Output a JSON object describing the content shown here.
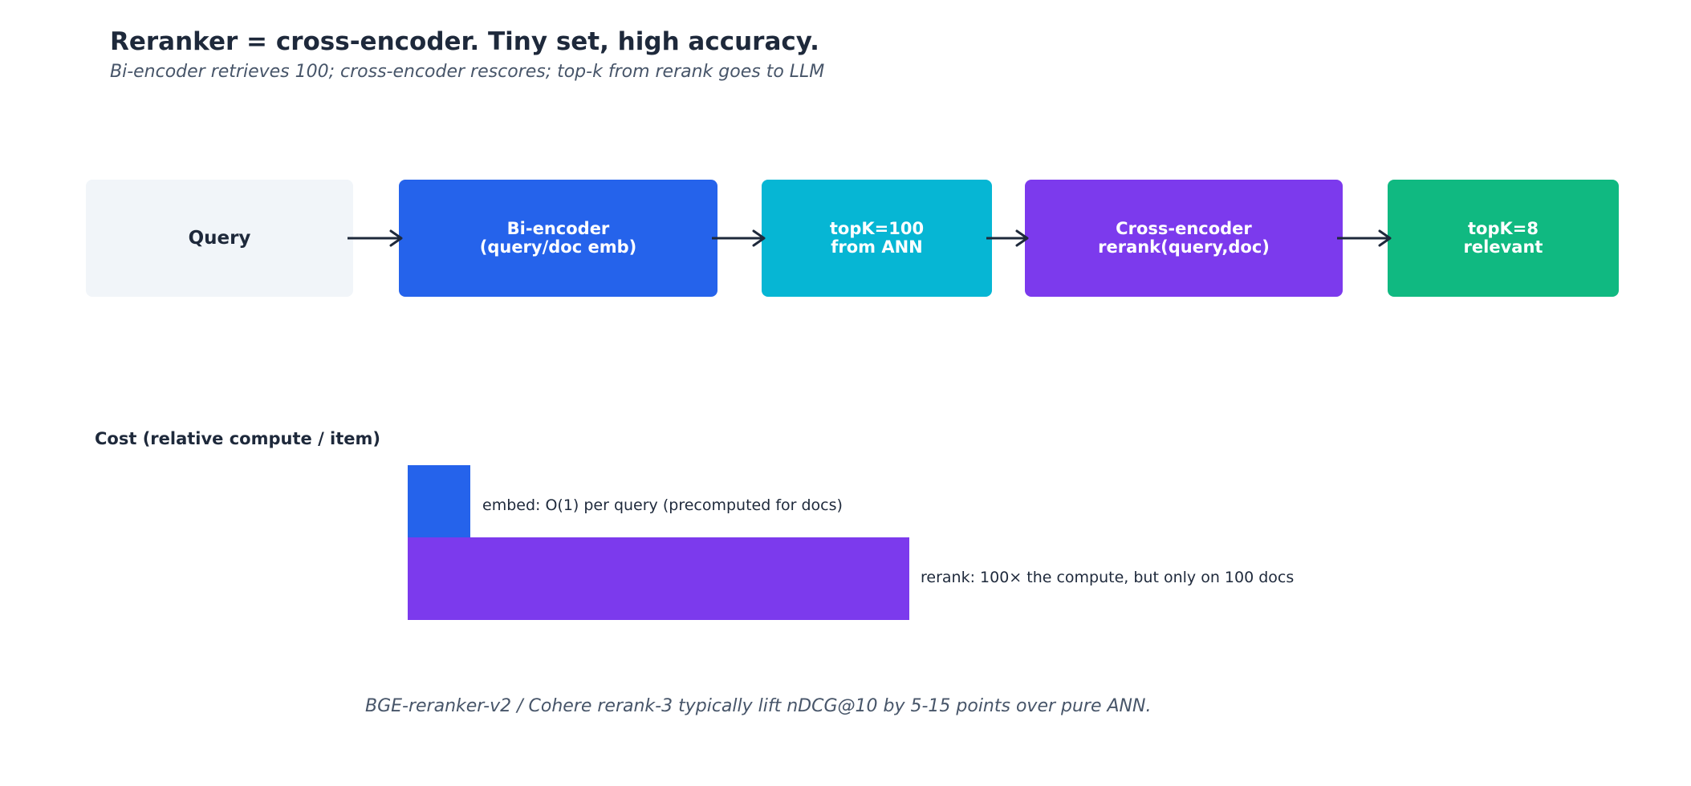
{
  "header": {
    "title": "Reranker = cross-encoder. Tiny set, high accuracy.",
    "subtitle": "Bi-encoder retrieves 100; cross-encoder rescores; top-k from rerank goes to LLM"
  },
  "pipeline": {
    "nodes": [
      {
        "label": "Query",
        "bg": "#f1f5f9",
        "fg": "#1e293b"
      },
      {
        "label": "Bi-encoder\n(query/doc emb)",
        "bg": "#2563eb",
        "fg": "#ffffff"
      },
      {
        "label": "topK=100\nfrom ANN",
        "bg": "#06b6d4",
        "fg": "#ffffff"
      },
      {
        "label": "Cross-encoder\nrerank(query,doc)",
        "bg": "#7c3aed",
        "fg": "#ffffff"
      },
      {
        "label": "topK=8\nrelevant",
        "bg": "#10b981",
        "fg": "#ffffff"
      }
    ],
    "arrow_color": "#1e293b"
  },
  "cost": {
    "heading": "Cost (relative compute / item)",
    "bars": [
      {
        "label": "embed: O(1) per query (precomputed for docs)",
        "relative_cost": 1,
        "color": "#2563eb"
      },
      {
        "label": "rerank: 100× the compute, but only on 100 docs",
        "relative_cost": 8,
        "color": "#7c3aed"
      }
    ]
  },
  "footnote": "BGE-reranker-v2 / Cohere rerank-3 typically lift nDCG@10 by 5-15 points over pure ANN."
}
